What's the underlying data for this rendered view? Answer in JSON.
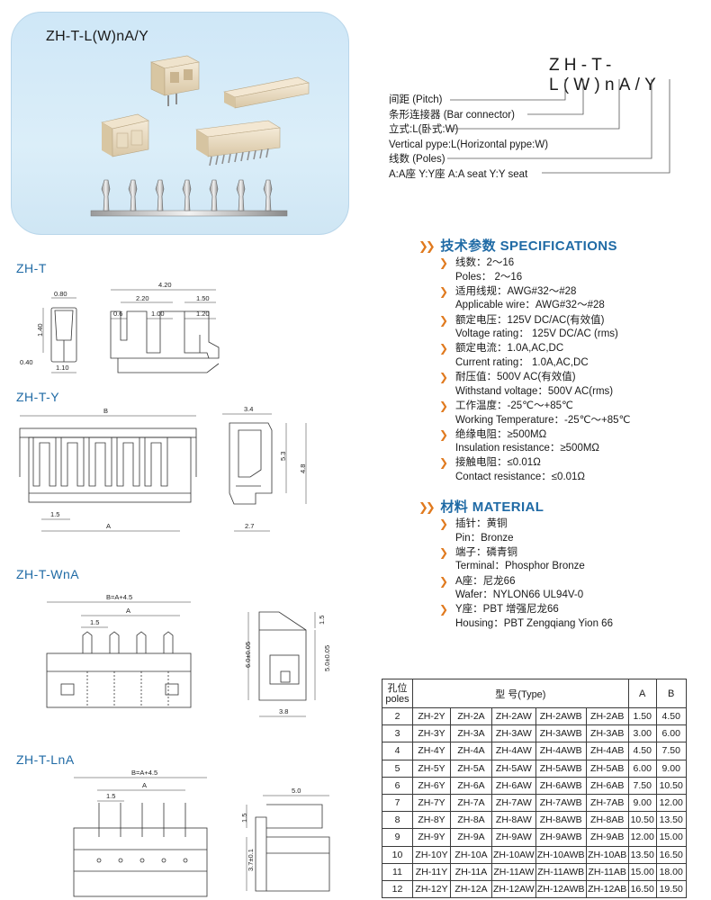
{
  "photo_title": "ZH-T-L(W)nA/Y",
  "part_number": "ZH-T-L(W)nA/Y",
  "legend": [
    "间距 (Pitch)",
    "条形连接器 (Bar connector)",
    "立式:L(卧式:W)",
    "Vertical pype:L(Horizontal pype:W)",
    "线数 (Poles)",
    "A:A座  Y:Y座  A:A seat  Y:Y seat"
  ],
  "sections": {
    "zh_t": "ZH-T",
    "zh_t_y": "ZH-T-Y",
    "zh_t_wna": "ZH-T-WnA",
    "zh_t_lna": "ZH-T-LnA"
  },
  "dims": {
    "zh_t": {
      "d080": "0.80",
      "d140": "1.40",
      "d040": "0.40",
      "d110": "1.10",
      "d420": "4.20",
      "d220": "2.20",
      "d150": "1.50",
      "d06": "0.6",
      "d100": "1.00",
      "d120": "1.20"
    },
    "zh_t_y": {
      "b": "B",
      "a": "A",
      "d15": "1.5",
      "d34": "3.4",
      "d53": "5.3",
      "d48": "4.8",
      "d27": "2.7"
    },
    "zh_t_wna": {
      "b": "B=A+4.5",
      "a": "A",
      "d15": "1.5",
      "d60": "6.0±0.05",
      "d50": "5.0±0.05",
      "d15b": "1.5",
      "d38": "3.8"
    },
    "zh_t_lna": {
      "b": "B=A+4.5",
      "a": "A",
      "d15": "1.5",
      "d50": "5.0",
      "d15b": "1.5",
      "d37": "3.7±0.1"
    }
  },
  "specifications": {
    "heading_cn": "技术参数",
    "heading_en": "SPECIFICATIONS",
    "items": [
      {
        "cn": "线数：2～16",
        "en": "Poles：  2～16"
      },
      {
        "cn": "适用线规：AWG#32～#28",
        "en": "Applicable wire：AWG#32～#28"
      },
      {
        "cn": "额定电压：125V DC/AC(有效值)",
        "en": "Voltage rating：  125V DC/AC (rms)"
      },
      {
        "cn": "额定电流：1.0A,AC,DC",
        "en": "Current rating：  1.0A,AC,DC"
      },
      {
        "cn": "耐压值：500V AC(有效值)",
        "en": "Withstand voltage：500V AC(rms)"
      },
      {
        "cn": "工作温度：-25℃～+85℃",
        "en": "Working Temperature：-25℃～+85℃"
      },
      {
        "cn": "绝缘电阻：≥500MΩ",
        "en": "Insulation resistance：≥500MΩ"
      },
      {
        "cn": "接触电阻：≤0.01Ω",
        "en": "Contact resistance：≤0.01Ω"
      }
    ]
  },
  "material": {
    "heading_cn": "材料",
    "heading_en": "MATERIAL",
    "items": [
      {
        "cn": "插针：黄铜",
        "en": "Pin：Bronze"
      },
      {
        "cn": "端子：磷青铜",
        "en": "Terminal：Phosphor Bronze"
      },
      {
        "cn": "A座：尼龙66",
        "en": "Wafer：NYLON66 UL94V-0"
      },
      {
        "cn": "Y座：PBT 增强尼龙66",
        "en": "Housing：PBT Zengqiang Yion 66"
      }
    ]
  },
  "table": {
    "header_poles": [
      "孔位",
      "poles"
    ],
    "header_type": "型 号(Type)",
    "header_a": "A",
    "header_b": "B",
    "rows": [
      [
        "2",
        "ZH-2Y",
        "ZH-2A",
        "ZH-2AW",
        "ZH-2AWB",
        "ZH-2AB",
        "1.50",
        "4.50"
      ],
      [
        "3",
        "ZH-3Y",
        "ZH-3A",
        "ZH-3AW",
        "ZH-3AWB",
        "ZH-3AB",
        "3.00",
        "6.00"
      ],
      [
        "4",
        "ZH-4Y",
        "ZH-4A",
        "ZH-4AW",
        "ZH-4AWB",
        "ZH-4AB",
        "4.50",
        "7.50"
      ],
      [
        "5",
        "ZH-5Y",
        "ZH-5A",
        "ZH-5AW",
        "ZH-5AWB",
        "ZH-5AB",
        "6.00",
        "9.00"
      ],
      [
        "6",
        "ZH-6Y",
        "ZH-6A",
        "ZH-6AW",
        "ZH-6AWB",
        "ZH-6AB",
        "7.50",
        "10.50"
      ],
      [
        "7",
        "ZH-7Y",
        "ZH-7A",
        "ZH-7AW",
        "ZH-7AWB",
        "ZH-7AB",
        "9.00",
        "12.00"
      ],
      [
        "8",
        "ZH-8Y",
        "ZH-8A",
        "ZH-8AW",
        "ZH-8AWB",
        "ZH-8AB",
        "10.50",
        "13.50"
      ],
      [
        "9",
        "ZH-9Y",
        "ZH-9A",
        "ZH-9AW",
        "ZH-9AWB",
        "ZH-9AB",
        "12.00",
        "15.00"
      ],
      [
        "10",
        "ZH-10Y",
        "ZH-10A",
        "ZH-10AW",
        "ZH-10AWB",
        "ZH-10AB",
        "13.50",
        "16.50"
      ],
      [
        "11",
        "ZH-11Y",
        "ZH-11A",
        "ZH-11AW",
        "ZH-11AWB",
        "ZH-11AB",
        "15.00",
        "18.00"
      ],
      [
        "12",
        "ZH-12Y",
        "ZH-12A",
        "ZH-12AW",
        "ZH-12AWB",
        "ZH-12AB",
        "16.50",
        "19.50"
      ]
    ]
  }
}
